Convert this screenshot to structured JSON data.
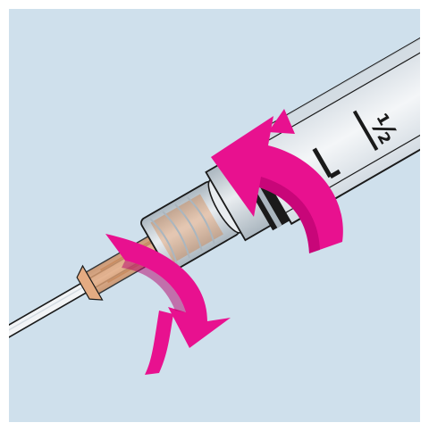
{
  "illustration": {
    "subject": "syringe-needle-attachment",
    "colors": {
      "background": "#cfe0ec",
      "border": "#ffffff",
      "arrow": "#e8118f",
      "arrow_shade": "#b3006a",
      "barrel": "#f4f6f8",
      "barrel_shade": "#d3dbe2",
      "hub": "#e4ab82",
      "hub_shade": "#c98d62",
      "outline": "#1a1a1a",
      "metal": "#e9edf0",
      "metal_shade": "#aab6bf",
      "needle": "#f2f4f6"
    },
    "barrel_marking": "½",
    "rotation_arrows": 2
  }
}
